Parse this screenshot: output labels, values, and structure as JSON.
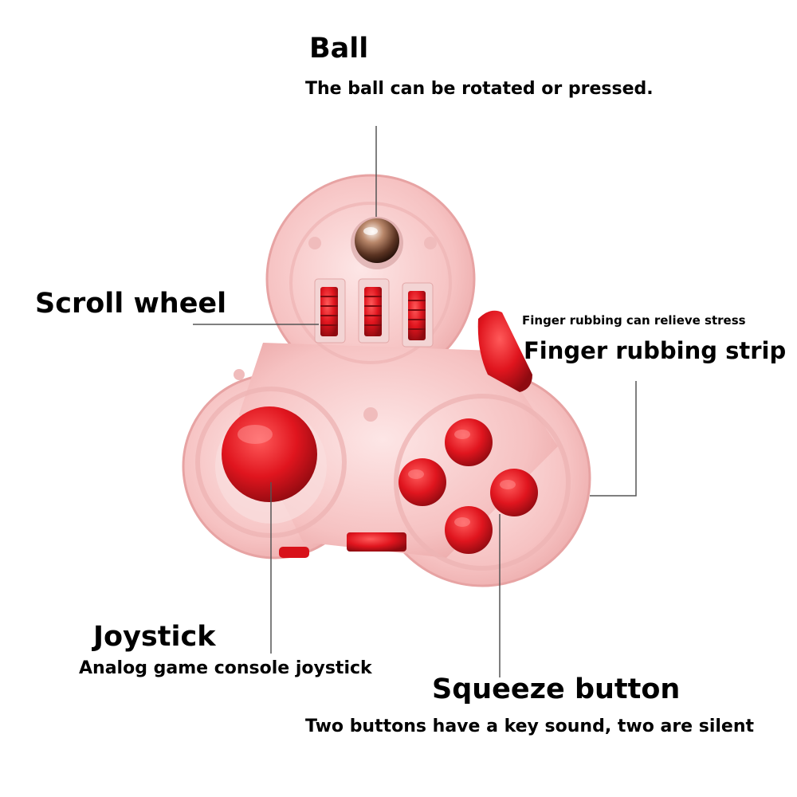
{
  "labels": {
    "ball": {
      "title": "Ball",
      "desc": "The ball can be rotated or pressed."
    },
    "scroll_wheel": {
      "title": "Scroll wheel"
    },
    "finger_strip": {
      "desc": "Finger rubbing can relieve stress",
      "title": "Finger rubbing strip"
    },
    "joystick": {
      "title": "Joystick",
      "desc": "Analog game console joystick"
    },
    "squeeze_button": {
      "title": "Squeeze button",
      "desc": "Two buttons have a key sound, two are silent"
    }
  },
  "colors": {
    "body": "#f7c9c9",
    "body_edge": "#e8a8a8",
    "red_part": "#e0151e",
    "red_dark": "#9e0b12",
    "ball_metal": "#8a5a40",
    "leader_line": "#555555"
  }
}
